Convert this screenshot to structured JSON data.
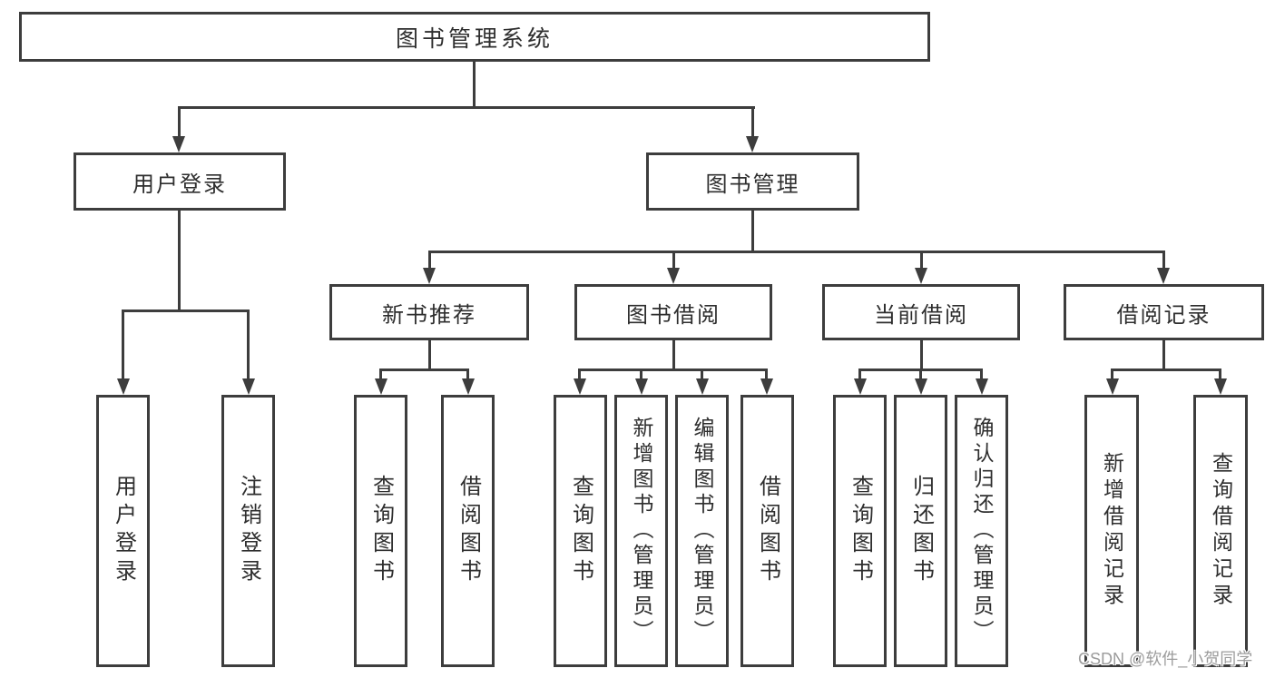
{
  "diagram": {
    "title": "图书管理系统",
    "nodes": {
      "root": "图书管理系统",
      "level2": [
        "用户登录",
        "图书管理"
      ],
      "level3": [
        "新书推荐",
        "图书借阅",
        "当前借阅",
        "借阅记录"
      ],
      "leaves_user_login": [
        "用户登录",
        "注销登录"
      ],
      "leaves_new_book": [
        "查询图书",
        "借阅图书"
      ],
      "leaves_book_borrow": [
        "查询图书",
        "新增图书（管理员）",
        "编辑图书（管理员）",
        "借阅图书"
      ],
      "leaves_current_borrow": [
        "查询图书",
        "归还图书",
        "确认归还（管理员）"
      ],
      "leaves_borrow_record": [
        "新增借阅记录",
        "查询借阅记录"
      ]
    },
    "colors": {
      "line": "#3d3d3d",
      "text": "#2e2e2e",
      "background": "#ffffff",
      "watermark": "#9c9c9c"
    }
  },
  "watermark": "CSDN @软件_小贺同学"
}
